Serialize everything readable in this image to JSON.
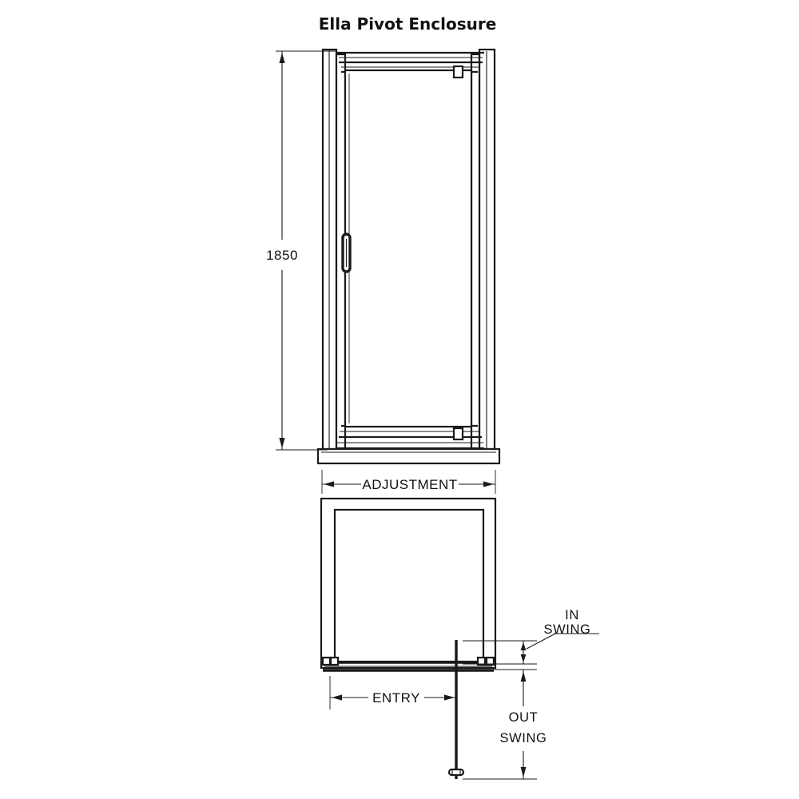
{
  "drawing": {
    "title": "Ella Pivot Enclosure",
    "type": "technical-drawing",
    "views": [
      {
        "name": "elevation",
        "label": "front elevation"
      },
      {
        "name": "plan",
        "label": "plan view"
      }
    ],
    "line_color": "#1a1a1a",
    "background_color": "#ffffff"
  },
  "dimensions": {
    "height": {
      "value": "1850",
      "orientation": "vertical",
      "view": "elevation",
      "units_implied": "mm"
    },
    "adjustment": {
      "label": "ADJUSTMENT",
      "orientation": "horizontal",
      "view": "elevation"
    },
    "entry": {
      "label": "ENTRY",
      "orientation": "horizontal",
      "view": "plan"
    },
    "in_swing": {
      "label_line1": "IN",
      "label_line2": "SWING",
      "label": "IN SWING",
      "orientation": "vertical",
      "view": "plan"
    },
    "out_swing": {
      "label_line1": "OUT",
      "label_line2": "SWING",
      "label": "OUT SWING",
      "orientation": "vertical",
      "view": "plan"
    }
  },
  "components": {
    "door_handle": "vertical-bar-handle",
    "top_hinge": "pivot-bracket-top",
    "bottom_hinge": "pivot-bracket-bottom",
    "base_tray": "shower-tray-profile",
    "side_profile_left": "wall-profile",
    "side_profile_right": "wall-profile",
    "swing_door_leaf": "pivot-door-leaf"
  }
}
